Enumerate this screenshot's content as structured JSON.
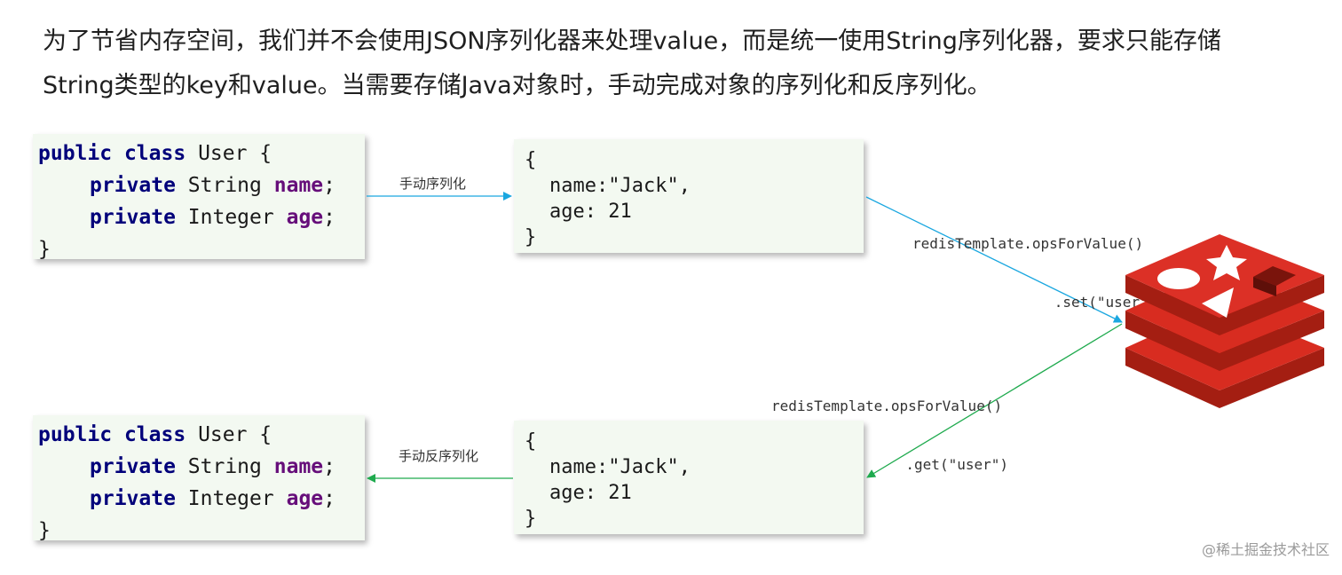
{
  "intro": {
    "line1": "为了节省内存空间，我们并不会使用JSON序列化器来处理value，而是统一使用String序列化器，要求只能存储",
    "line2": "String类型的key和value。当需要存储Java对象时，手动完成对象的序列化和反序列化。"
  },
  "code_top": {
    "l1_kw1": "public",
    "l1_kw2": "class",
    "l1_rest": "User {",
    "l2_kw": "private",
    "l2_type": "String",
    "l2_field": "name",
    "l2_end": ";",
    "l3_kw": "private",
    "l3_type": "Integer",
    "l3_field": "age",
    "l3_end": ";",
    "l4": "}"
  },
  "code_bottom": {
    "l1_kw1": "public",
    "l1_kw2": "class",
    "l1_rest": "User {",
    "l2_kw": "private",
    "l2_type": "String",
    "l2_field": "name",
    "l2_end": ";",
    "l3_kw": "private",
    "l3_type": "Integer",
    "l3_field": "age",
    "l3_end": ";",
    "l4": "}"
  },
  "json_top": {
    "l1": "{",
    "l2": "name:\"Jack\",",
    "l3": "age: 21",
    "l4": "}"
  },
  "json_bottom": {
    "l1": "{",
    "l2": "name:\"Jack\",",
    "l3": "age: 21",
    "l4": "}"
  },
  "labels": {
    "serialize": "手动序列化",
    "deserialize": "手动反序列化",
    "set_line1": "redisTemplate.opsForValue()",
    "set_line2": ".set(\"user\", jsonStr)",
    "get_line1": "redisTemplate.opsForValue()",
    "get_line2": ".get(\"user\")"
  },
  "colors": {
    "serialize_arrow": "#1aa7e0",
    "deserialize_arrow": "#1faa4e",
    "redis_red": "#d82c20"
  },
  "watermark": "@稀土掘金技术社区"
}
